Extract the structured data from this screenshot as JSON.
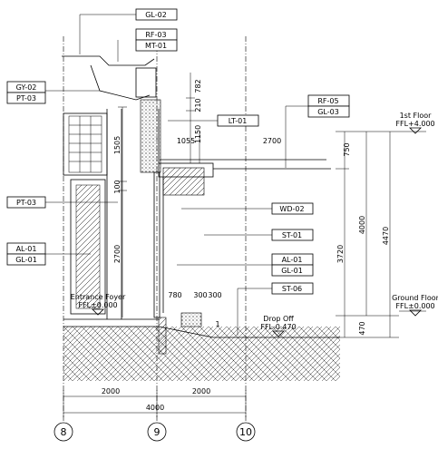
{
  "tags": {
    "gl_02": "GL-02",
    "rf_03": "RF-03",
    "mt_01": "MT-01",
    "gy_02": "GY-02",
    "pt_03_top": "PT-03",
    "lt_01": "LT-01",
    "rf_05": "RF-05",
    "gl_03": "GL-03",
    "pt_03_mid": "PT-03",
    "wd_02": "WD-02",
    "st_01": "ST-01",
    "al_01_left": "AL-01",
    "gl_01_left": "GL-01",
    "al_01_right": "AL-01",
    "gl_01_right": "GL-01",
    "st_06": "ST-06"
  },
  "levels": {
    "first_floor": "1st Floor",
    "first_floor_ffl": "FFL+4.000",
    "ground_floor": "Ground Floor",
    "ground_floor_ffl": "FFL±0.000",
    "entrance_foyer": "Entrance Foyer",
    "entrance_ffl": "FFL±0.000",
    "drop_off": "Drop Off",
    "drop_off_ffl": "FFL-0.470"
  },
  "dims": {
    "d782": "782",
    "d210": "210",
    "d1505": "1505",
    "d1150": "1150",
    "d1055": "1055",
    "d2700_h": "2700",
    "d750": "750",
    "d100": "100",
    "d4000_v": "4000",
    "d4470": "4470",
    "d3720": "3720",
    "d2700_v": "2700",
    "d780": "780",
    "d300a": "300",
    "d300b": "300",
    "d470": "470",
    "d1": "1",
    "d2000_a": "2000",
    "d2000_b": "2000",
    "d4000_h": "4000"
  },
  "grid": {
    "g8": "8",
    "g9": "9",
    "g10": "10"
  }
}
